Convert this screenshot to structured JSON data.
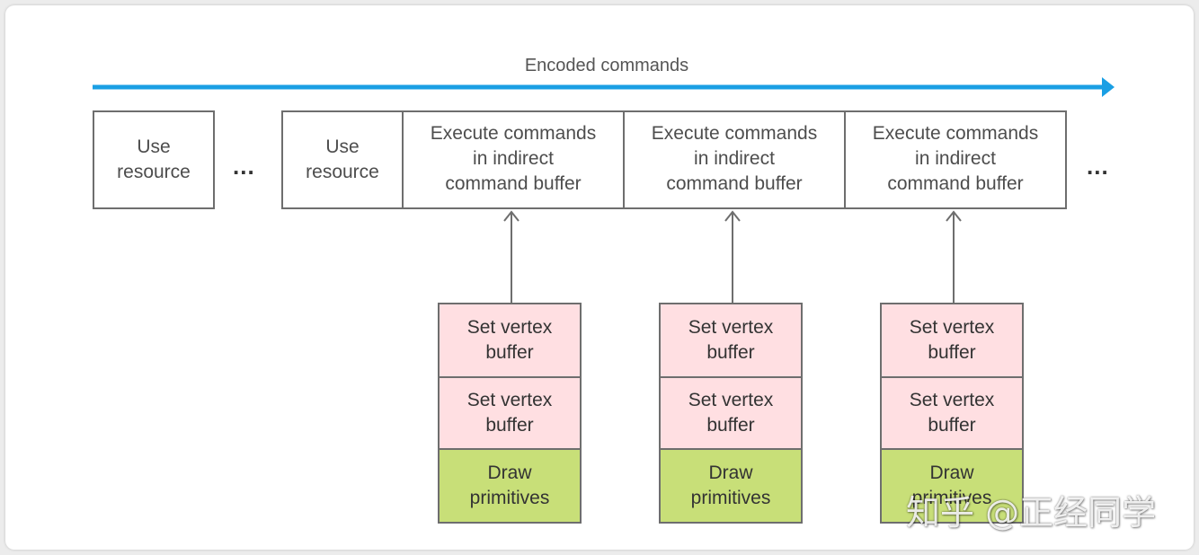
{
  "title": "Encoded commands",
  "colors": {
    "timeline_arrow": "#1a9fe4",
    "set_vertex_fill": "#ffdfe2",
    "draw_fill": "#c8df78",
    "border": "#6e6e6e"
  },
  "timeline": {
    "use_resource_1": "Use\nresource",
    "ellipsis_1": "...",
    "use_resource_2": "Use\nresource",
    "execute_1": "Execute commands\nin indirect\ncommand buffer",
    "execute_2": "Execute commands\nin indirect\ncommand buffer",
    "execute_3": "Execute commands\nin indirect\ncommand buffer",
    "ellipsis_2": "..."
  },
  "buffers": [
    {
      "cmd1": "Set vertex\nbuffer",
      "cmd2": "Set vertex\nbuffer",
      "cmd3": "Draw\nprimitives"
    },
    {
      "cmd1": "Set vertex\nbuffer",
      "cmd2": "Set vertex\nbuffer",
      "cmd3": "Draw\nprimitives"
    },
    {
      "cmd1": "Set vertex\nbuffer",
      "cmd2": "Set vertex\nbuffer",
      "cmd3": "Draw\nprimitives"
    }
  ],
  "watermark": "知乎 @正经同学"
}
